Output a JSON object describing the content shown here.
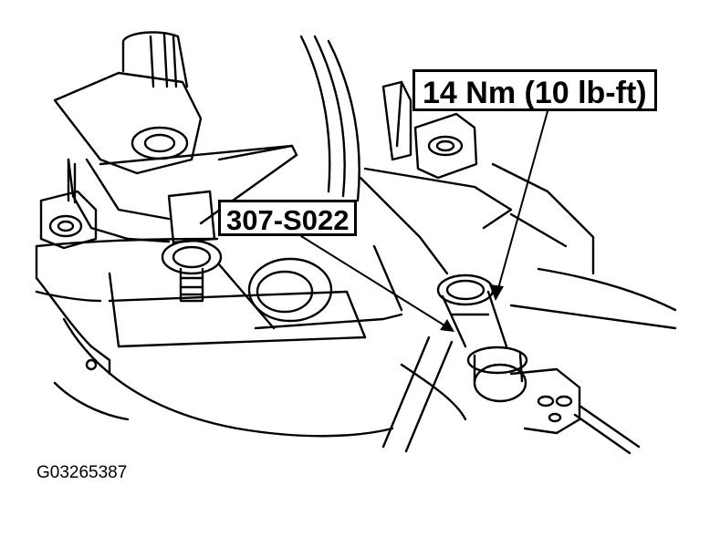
{
  "callouts": {
    "torque": "14 Nm (10 lb-ft)",
    "part_number": "307-S022"
  },
  "figure_id": "G03265387",
  "colors": {
    "ink": "#000000",
    "paper": "#ffffff"
  }
}
